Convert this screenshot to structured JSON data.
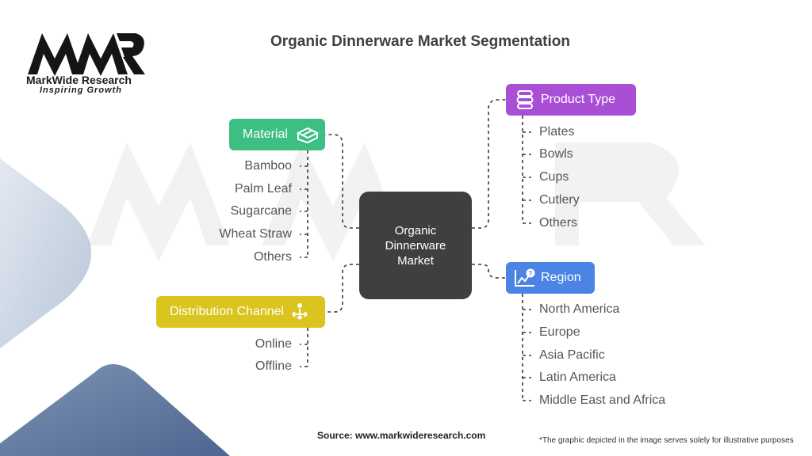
{
  "brand": {
    "logo_text": "MWR",
    "name": "MarkWide Research",
    "tagline": "Inspiring Growth"
  },
  "title": "Organic Dinnerware Market Segmentation",
  "center": {
    "label": "Organic Dinnerware Market"
  },
  "segments": {
    "material": {
      "label": "Material",
      "icon": "box-icon",
      "color": "#3dbf83",
      "items": [
        "Bamboo",
        "Palm Leaf",
        "Sugarcane",
        "Wheat Straw",
        "Others"
      ]
    },
    "distribution": {
      "label": "Distribution Channel",
      "icon": "distribution-arrows-icon",
      "color": "#d9c51e",
      "items": [
        "Online",
        "Offline"
      ]
    },
    "product_type": {
      "label": "Product Type",
      "icon": "stacked-cylinder-icon",
      "color": "#a94fd6",
      "items": [
        "Plates",
        "Bowls",
        "Cups",
        "Cutlery",
        "Others"
      ]
    },
    "region": {
      "label": "Region",
      "icon": "chart-question-icon",
      "color": "#4b84e4",
      "items": [
        "North America",
        "Europe",
        "Asia Pacific",
        "Latin America",
        "Middle East and Africa"
      ]
    }
  },
  "footer": {
    "source": "Source: www.markwideresearch.com",
    "note": "*The graphic depicted in the image serves solely for illustrative purposes"
  }
}
